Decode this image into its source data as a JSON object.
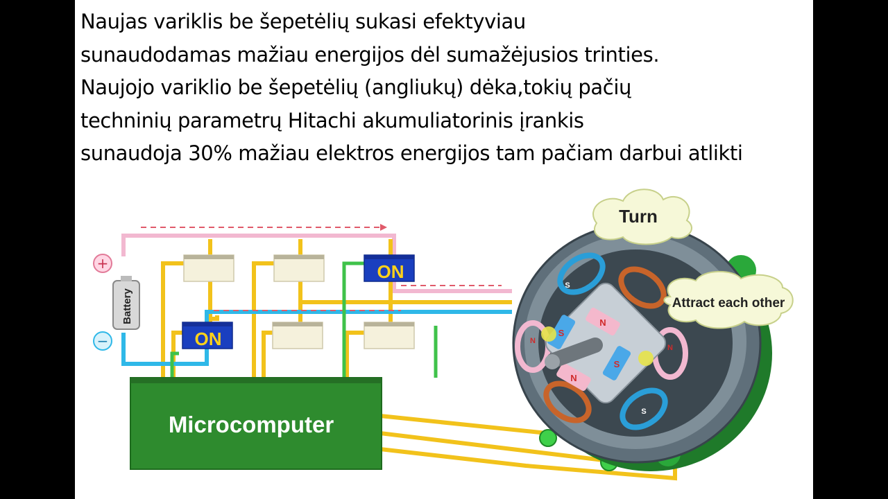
{
  "caption": {
    "lines": [
      "Naujas variklis be šepetėlių sukasi efektyviau",
      "sunaudodamas mažiau energijos dėl sumažėjusios trinties.",
      "Naujojo variklio be šepetėlių (angliukų) dėka,tokių pačių",
      "techninių parametrų Hitachi akumuliatorinis įrankis",
      "sunaudoja 30% mažiau elektros energijos tam pačiam darbui atlikti"
    ]
  },
  "diagram": {
    "plus_sign": "+",
    "minus_sign": "−",
    "battery_label": "Battery",
    "switch_on_label": "ON",
    "microcomputer_label": "Microcomputer",
    "turn_label": "Turn",
    "attract_label": "Attract each other",
    "pole_s": "S",
    "pole_n": "N"
  },
  "colors": {
    "page_bg": "#ffffff",
    "letterbox": "#000000",
    "microcomputer_green": "#2e8b2e",
    "wire_yellow": "#f2c21b",
    "wire_pink": "#f2b8d0",
    "wire_cyan": "#2fb8e8",
    "wire_green": "#3fc24a",
    "switch_blue": "#1a3fbf",
    "switch_text": "#ffd21a",
    "coil_orange": "#c8642a",
    "coil_blue": "#2a9ed8",
    "motor_gray": "#5f6f7a"
  }
}
